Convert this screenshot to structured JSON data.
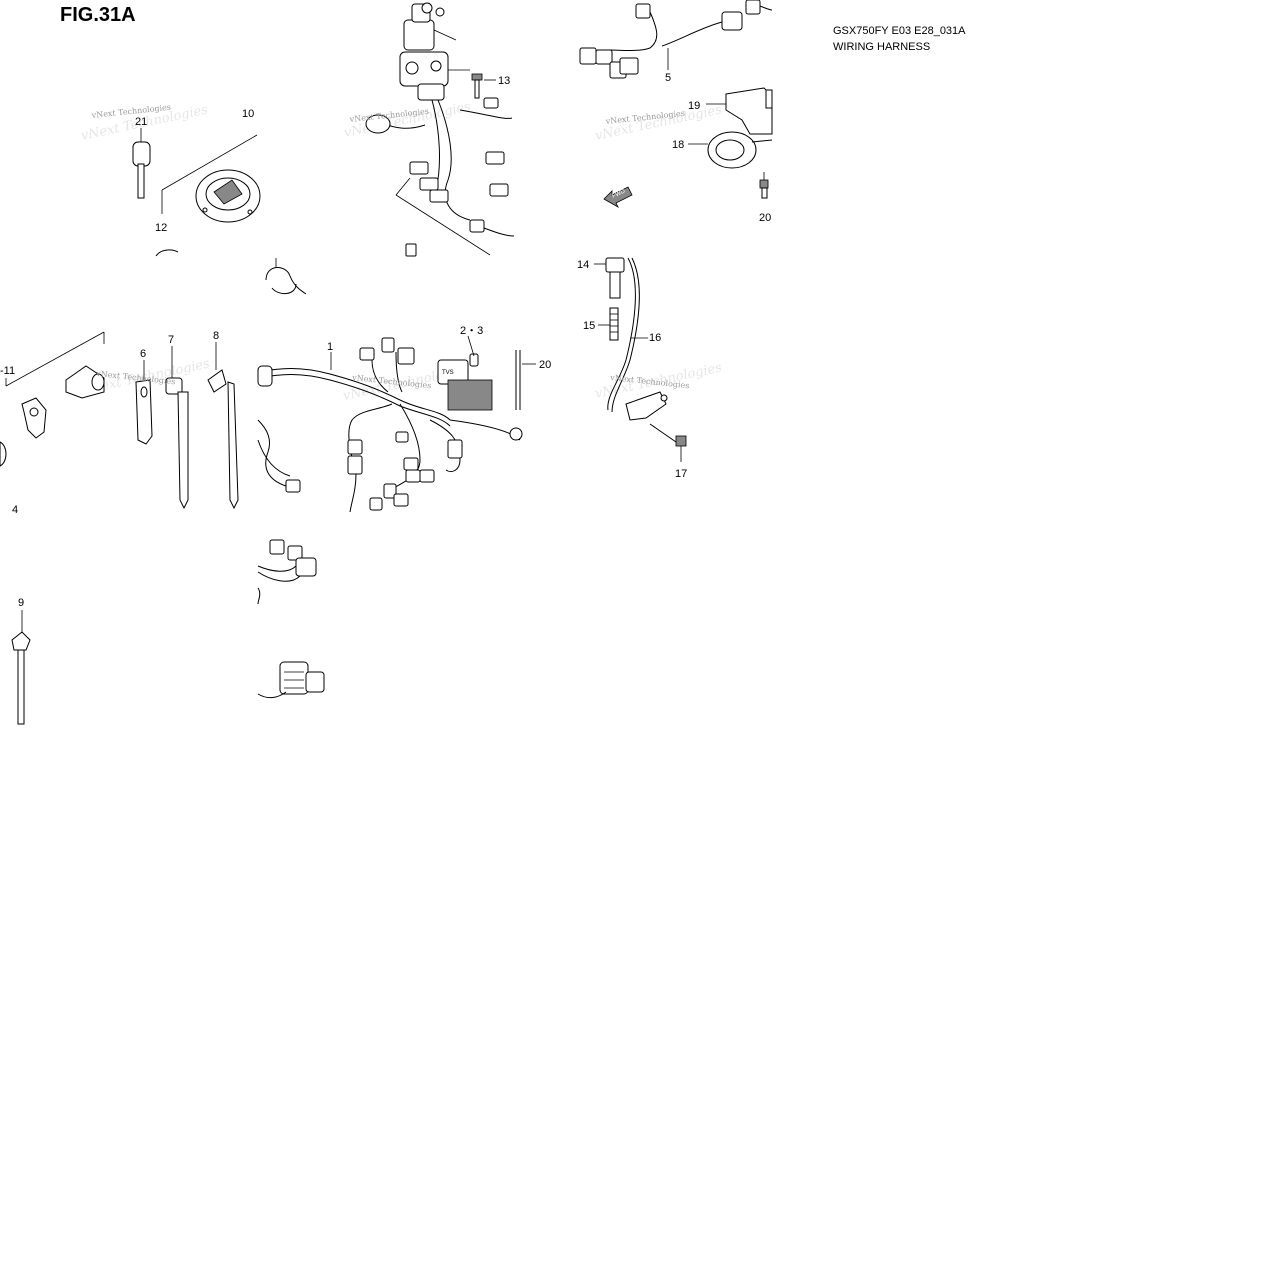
{
  "figure": {
    "title": "FIG.31A",
    "code": "GSX750FY E03 E28_031A",
    "subtitle": "WIRING HARNESS"
  },
  "watermark": "vNext Technologies",
  "fwd_label": "FWD",
  "tvs_label": "TVS",
  "callouts": {
    "c21": "21",
    "c10": "10",
    "c12": "12",
    "c13": "13",
    "c5": "5",
    "c19": "19",
    "c18": "18",
    "c20a": "20",
    "c14": "14",
    "c15": "15",
    "c16": "16",
    "c17": "17",
    "c1": "1",
    "c23": "2・3",
    "c20b": "20",
    "c6": "6",
    "c7": "7",
    "c8": "8",
    "c11": "-11",
    "c4": "4",
    "c9": "9"
  }
}
